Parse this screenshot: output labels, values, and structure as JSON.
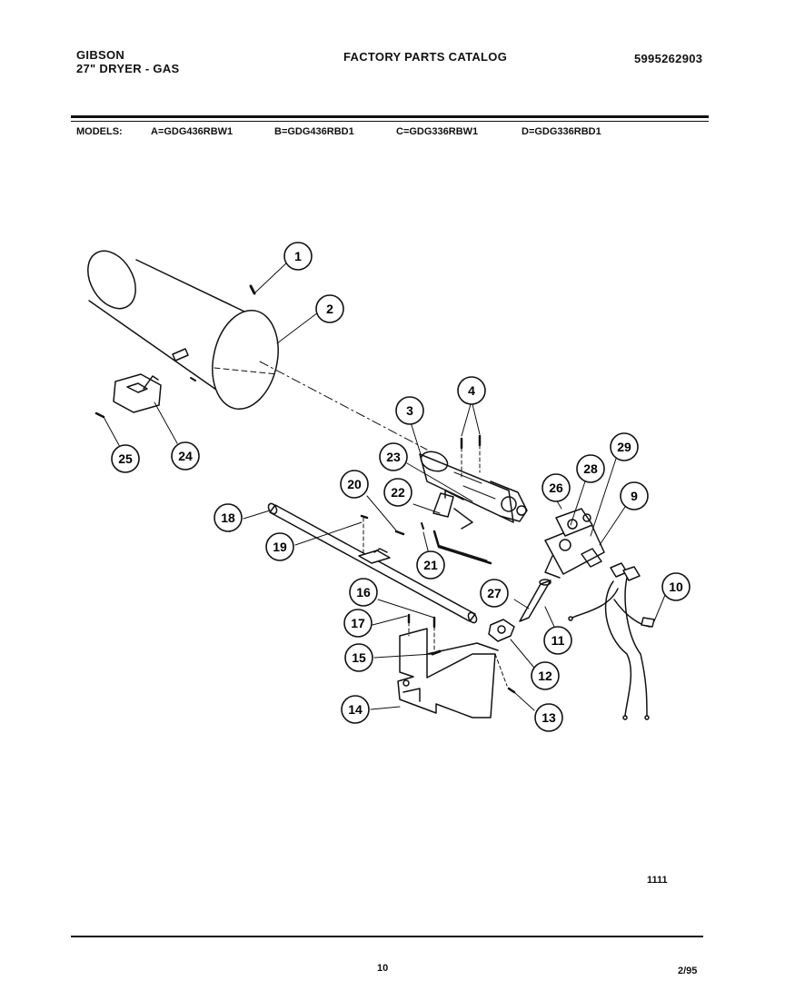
{
  "header": {
    "brand": "GIBSON",
    "model_line": "27\" DRYER - GAS",
    "catalog_title": "FACTORY PARTS CATALOG",
    "part_number": "5995262903"
  },
  "models": {
    "label": "MODELS:",
    "items": [
      "A=GDG436RBW1",
      "B=GDG436RBD1",
      "C=GDG336RBW1",
      "D=GDG336RBD1"
    ]
  },
  "callouts": [
    "1",
    "2",
    "3",
    "4",
    "9",
    "10",
    "11",
    "12",
    "13",
    "14",
    "15",
    "16",
    "17",
    "18",
    "19",
    "20",
    "21",
    "22",
    "23",
    "24",
    "25",
    "26",
    "27",
    "28",
    "29"
  ],
  "footer": {
    "figure_number": "1111",
    "page_number": "10",
    "revision_date": "2/95"
  }
}
